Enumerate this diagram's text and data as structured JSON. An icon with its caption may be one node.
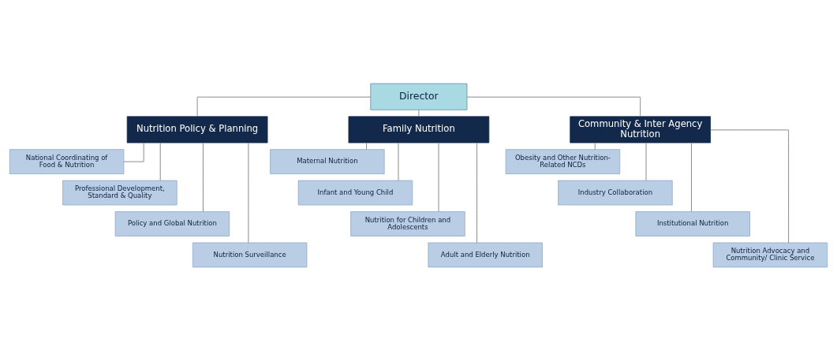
{
  "diagram": {
    "nodes": [
      {
        "text": [
          "Director"
        ]
      },
      {
        "text": [
          "Nutrition Policy & Planning"
        ]
      },
      {
        "text": [
          "Family Nutrition"
        ]
      },
      {
        "text": [
          "Community & Inter Agency Nutrition"
        ]
      },
      {
        "text": [
          "National Coordinating of Food & Nutrition"
        ]
      },
      {
        "text": [
          "Professional Development, Standard & Quality"
        ]
      },
      {
        "text": [
          "Policy and Global Nutrition"
        ]
      },
      {
        "text": [
          "Nutrition Surveillance"
        ]
      },
      {
        "text": [
          "Maternal Nutrition"
        ]
      },
      {
        "text": [
          "Infant and Young Child"
        ]
      },
      {
        "text": [
          "Nutrition for Children and Adolescents"
        ]
      },
      {
        "text": [
          "Adult and Elderly Nutrition"
        ]
      },
      {
        "text": [
          "Obesity and Other Nutrition-Related NCDs"
        ]
      },
      {
        "text": [
          "Industry Collaboration"
        ]
      },
      {
        "text": [
          "Institutional Nutrition"
        ]
      },
      {
        "text": [
          "Nutrition Advocacy and Community/ Clinic Service"
        ]
      }
    ],
    "edges": [
      {
        "from": 0,
        "to": 1,
        "arrow": "none"
      },
      {
        "from": 0,
        "to": 2,
        "arrow": "none"
      },
      {
        "from": 0,
        "to": 3,
        "arrow": "none"
      },
      {
        "from": 1,
        "to": 4,
        "arrow": "none"
      },
      {
        "from": 1,
        "to": 5,
        "arrow": "none"
      },
      {
        "from": 1,
        "to": 6,
        "arrow": "none"
      },
      {
        "from": 1,
        "to": 7,
        "arrow": "none"
      },
      {
        "from": 2,
        "to": 8,
        "arrow": "none"
      },
      {
        "from": 2,
        "to": 9,
        "arrow": "none"
      },
      {
        "from": 2,
        "to": 10,
        "arrow": "none"
      },
      {
        "from": 2,
        "to": 11,
        "arrow": "none"
      },
      {
        "from": 3,
        "to": 12,
        "arrow": "none"
      },
      {
        "from": 3,
        "to": 13,
        "arrow": "none"
      },
      {
        "from": 3,
        "to": 14,
        "arrow": "none"
      },
      {
        "from": 3,
        "to": 15,
        "arrow": "none"
      }
    ]
  }
}
